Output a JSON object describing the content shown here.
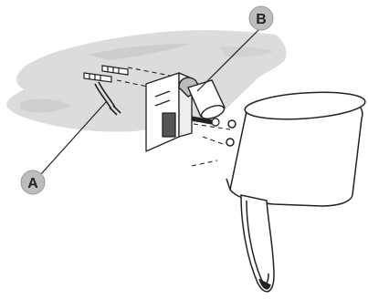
{
  "diagram": {
    "callouts": [
      {
        "id": "A",
        "label": "A"
      },
      {
        "id": "B",
        "label": "B"
      }
    ],
    "colors": {
      "line": "#222222",
      "wall": "#d9d9d9",
      "badge": "#bdbdbd",
      "background": "#ffffff",
      "shade": "#ffffff"
    }
  }
}
